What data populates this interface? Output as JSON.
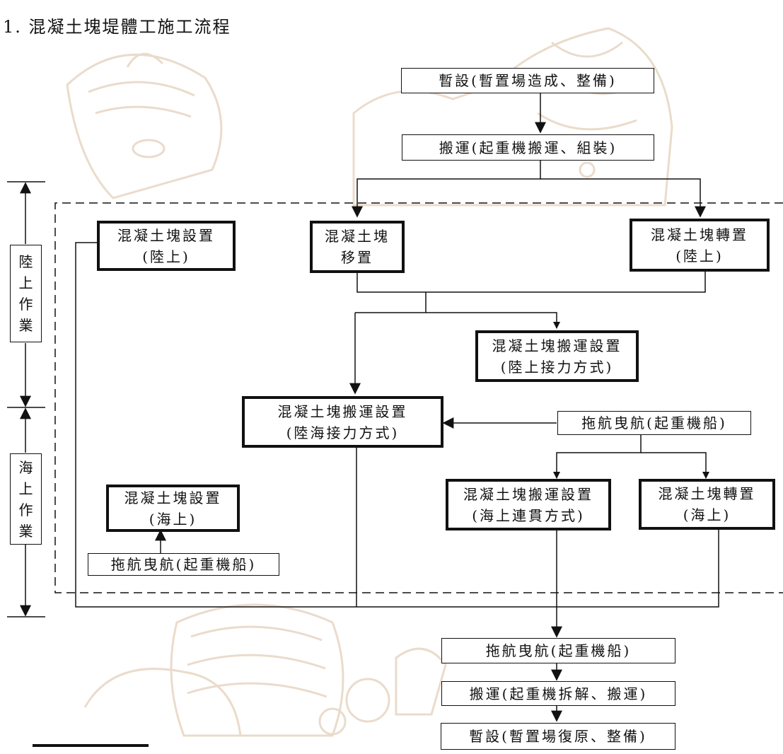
{
  "title": "1. 混凝土塊堤體工施工流程",
  "boxes": {
    "temp_setup": [
      "暫設(暫置場造成、整備)"
    ],
    "transport_assembly": [
      "搬運(起重機搬運、組裝)"
    ],
    "block_install_land": [
      "混凝土塊設置",
      "(陸上)"
    ],
    "block_move": [
      "混凝土塊",
      "移置"
    ],
    "block_transfer_land": [
      "混凝土塊轉置",
      "(陸上)"
    ],
    "relay_land": [
      "混凝土塊搬運設置",
      "(陸上接力方式)"
    ],
    "relay_landsea": [
      "混凝土塊搬運設置",
      "(陸海接力方式)"
    ],
    "tow_crane_right": [
      "拖航曳航(起重機船)"
    ],
    "continuous_sea": [
      "混凝土塊搬運設置",
      "(海上連貫方式)"
    ],
    "block_transfer_sea": [
      "混凝土塊轉置",
      "(海上)"
    ],
    "block_install_sea": [
      "混凝土塊設置",
      "(海上)"
    ],
    "tow_crane_left": [
      "拖航曳航(起重機船)"
    ],
    "tow_crane_bottom": [
      "拖航曳航(起重機船)"
    ],
    "transport_dismantle": [
      "搬運(起重機拆解、搬運)"
    ],
    "temp_restore": [
      "暫設(暫置場復原、整備)"
    ]
  },
  "side_labels": {
    "land_work": [
      "陸",
      "上",
      "作",
      "業"
    ],
    "sea_work": [
      "海",
      "上",
      "作",
      "業"
    ]
  }
}
